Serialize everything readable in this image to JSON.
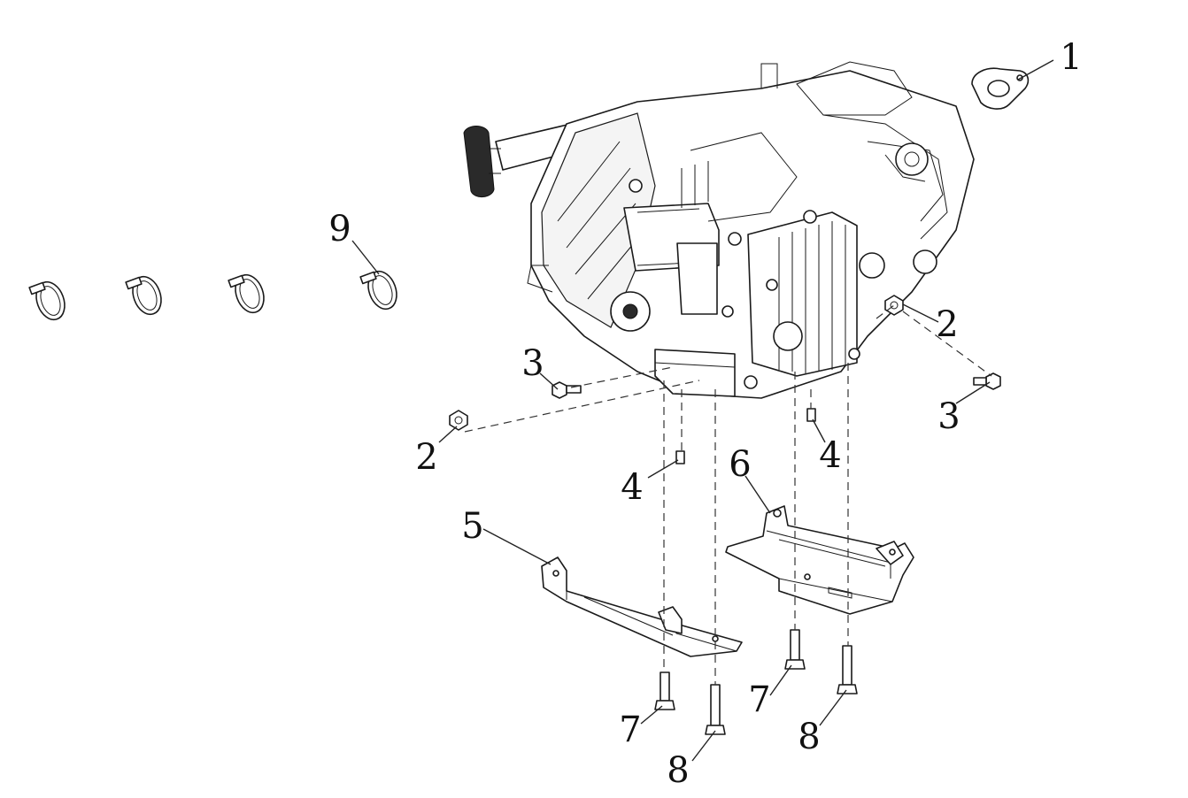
{
  "callouts": [
    {
      "id": "c1",
      "label": "1"
    },
    {
      "id": "c2a",
      "label": "2"
    },
    {
      "id": "c2b",
      "label": "2"
    },
    {
      "id": "c3a",
      "label": "3"
    },
    {
      "id": "c3b",
      "label": "3"
    },
    {
      "id": "c4a",
      "label": "4"
    },
    {
      "id": "c4b",
      "label": "4"
    },
    {
      "id": "c5",
      "label": "5"
    },
    {
      "id": "c6",
      "label": "6"
    },
    {
      "id": "c7a",
      "label": "7"
    },
    {
      "id": "c7b",
      "label": "7"
    },
    {
      "id": "c8a",
      "label": "8"
    },
    {
      "id": "c8b",
      "label": "8"
    },
    {
      "id": "c9",
      "label": "9"
    }
  ],
  "colors": {
    "line": "#1a1a1a",
    "background": "#ffffff"
  }
}
